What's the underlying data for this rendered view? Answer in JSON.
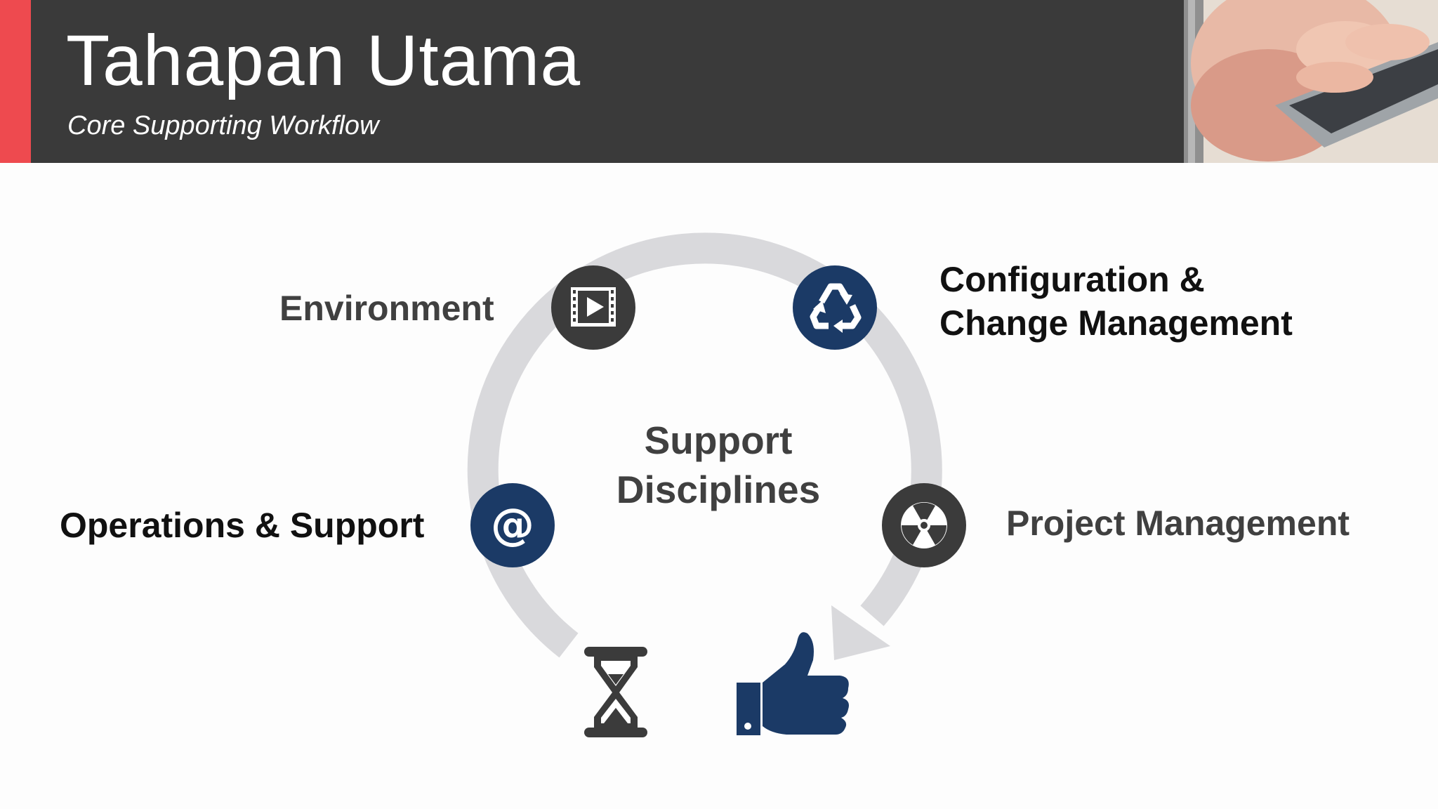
{
  "header": {
    "title": "Tahapan Utama",
    "subtitle": "Core Supporting Workflow"
  },
  "diagram": {
    "center": {
      "line1": "Support",
      "line2": "Disciplines"
    },
    "nodes": [
      {
        "label": "Environment",
        "icon": "film-play-icon",
        "color": "#3b3b3b"
      },
      {
        "label_line1": "Configuration &",
        "label_line2": "Change Management",
        "icon": "recycle-icon",
        "color": "#1b3a66"
      },
      {
        "label": "Project Management",
        "icon": "radiation-icon",
        "color": "#3b3b3b"
      },
      {
        "label": "Operations & Support",
        "icon": "at-sign-icon",
        "color": "#1b3a66"
      }
    ],
    "bottom_icons": [
      "hourglass-icon",
      "thumbs-up-icon"
    ]
  },
  "colors": {
    "accent": "#ee4a4f",
    "header_bg": "#3a3a3a",
    "navy": "#1b3a66",
    "dark_gray": "#3b3b3b",
    "ring": "#d9d9dc"
  }
}
